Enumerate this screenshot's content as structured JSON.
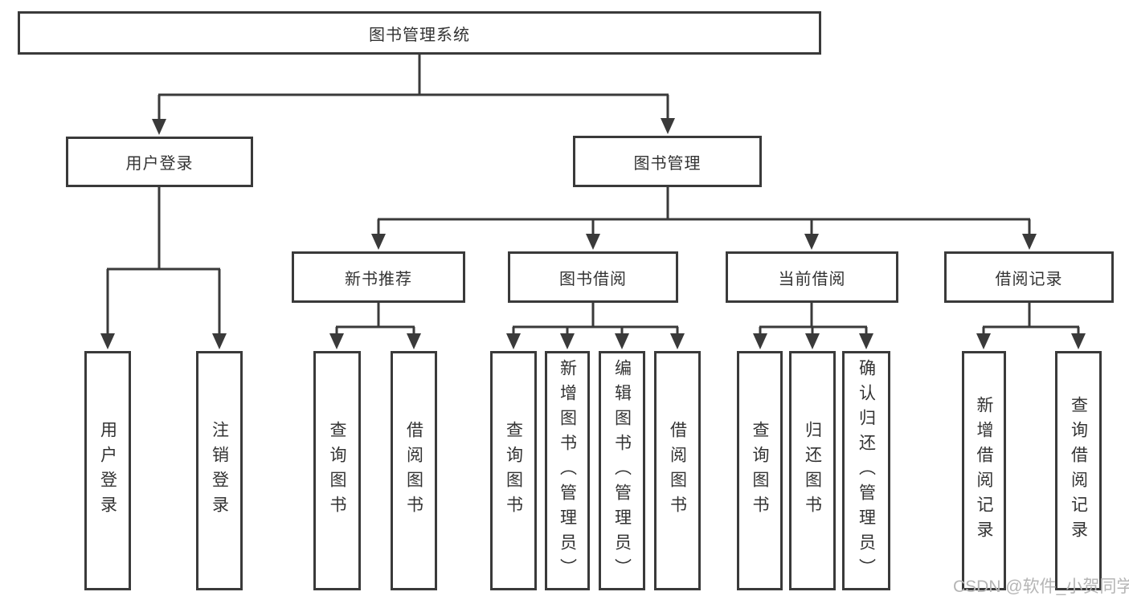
{
  "diagram": {
    "root": "图书管理系统",
    "level2": [
      "用户登录",
      "图书管理"
    ],
    "level3": [
      "新书推荐",
      "图书借阅",
      "当前借阅",
      "借阅记录"
    ],
    "leaves": {
      "userLogin": [
        "用户登录",
        "注销登录"
      ],
      "newBook": [
        "查询图书",
        "借阅图书"
      ],
      "bookBorrow": [
        "查询图书",
        "新增图书（管理员）",
        "编辑图书（管理员）",
        "借阅图书"
      ],
      "currentBorrow": [
        "查询图书",
        "归还图书",
        "确认归还（管理员）"
      ],
      "borrowRecords": [
        "新增借阅记录",
        "查询借阅记录"
      ]
    }
  },
  "watermark": "CSDN @软件_小贺同学",
  "colors": {
    "line": "#3a3a3a",
    "boxBorder": "#3a3a3a",
    "boxFill": "#ffffff",
    "text": "#333333",
    "watermark": "#b5b5b5"
  }
}
